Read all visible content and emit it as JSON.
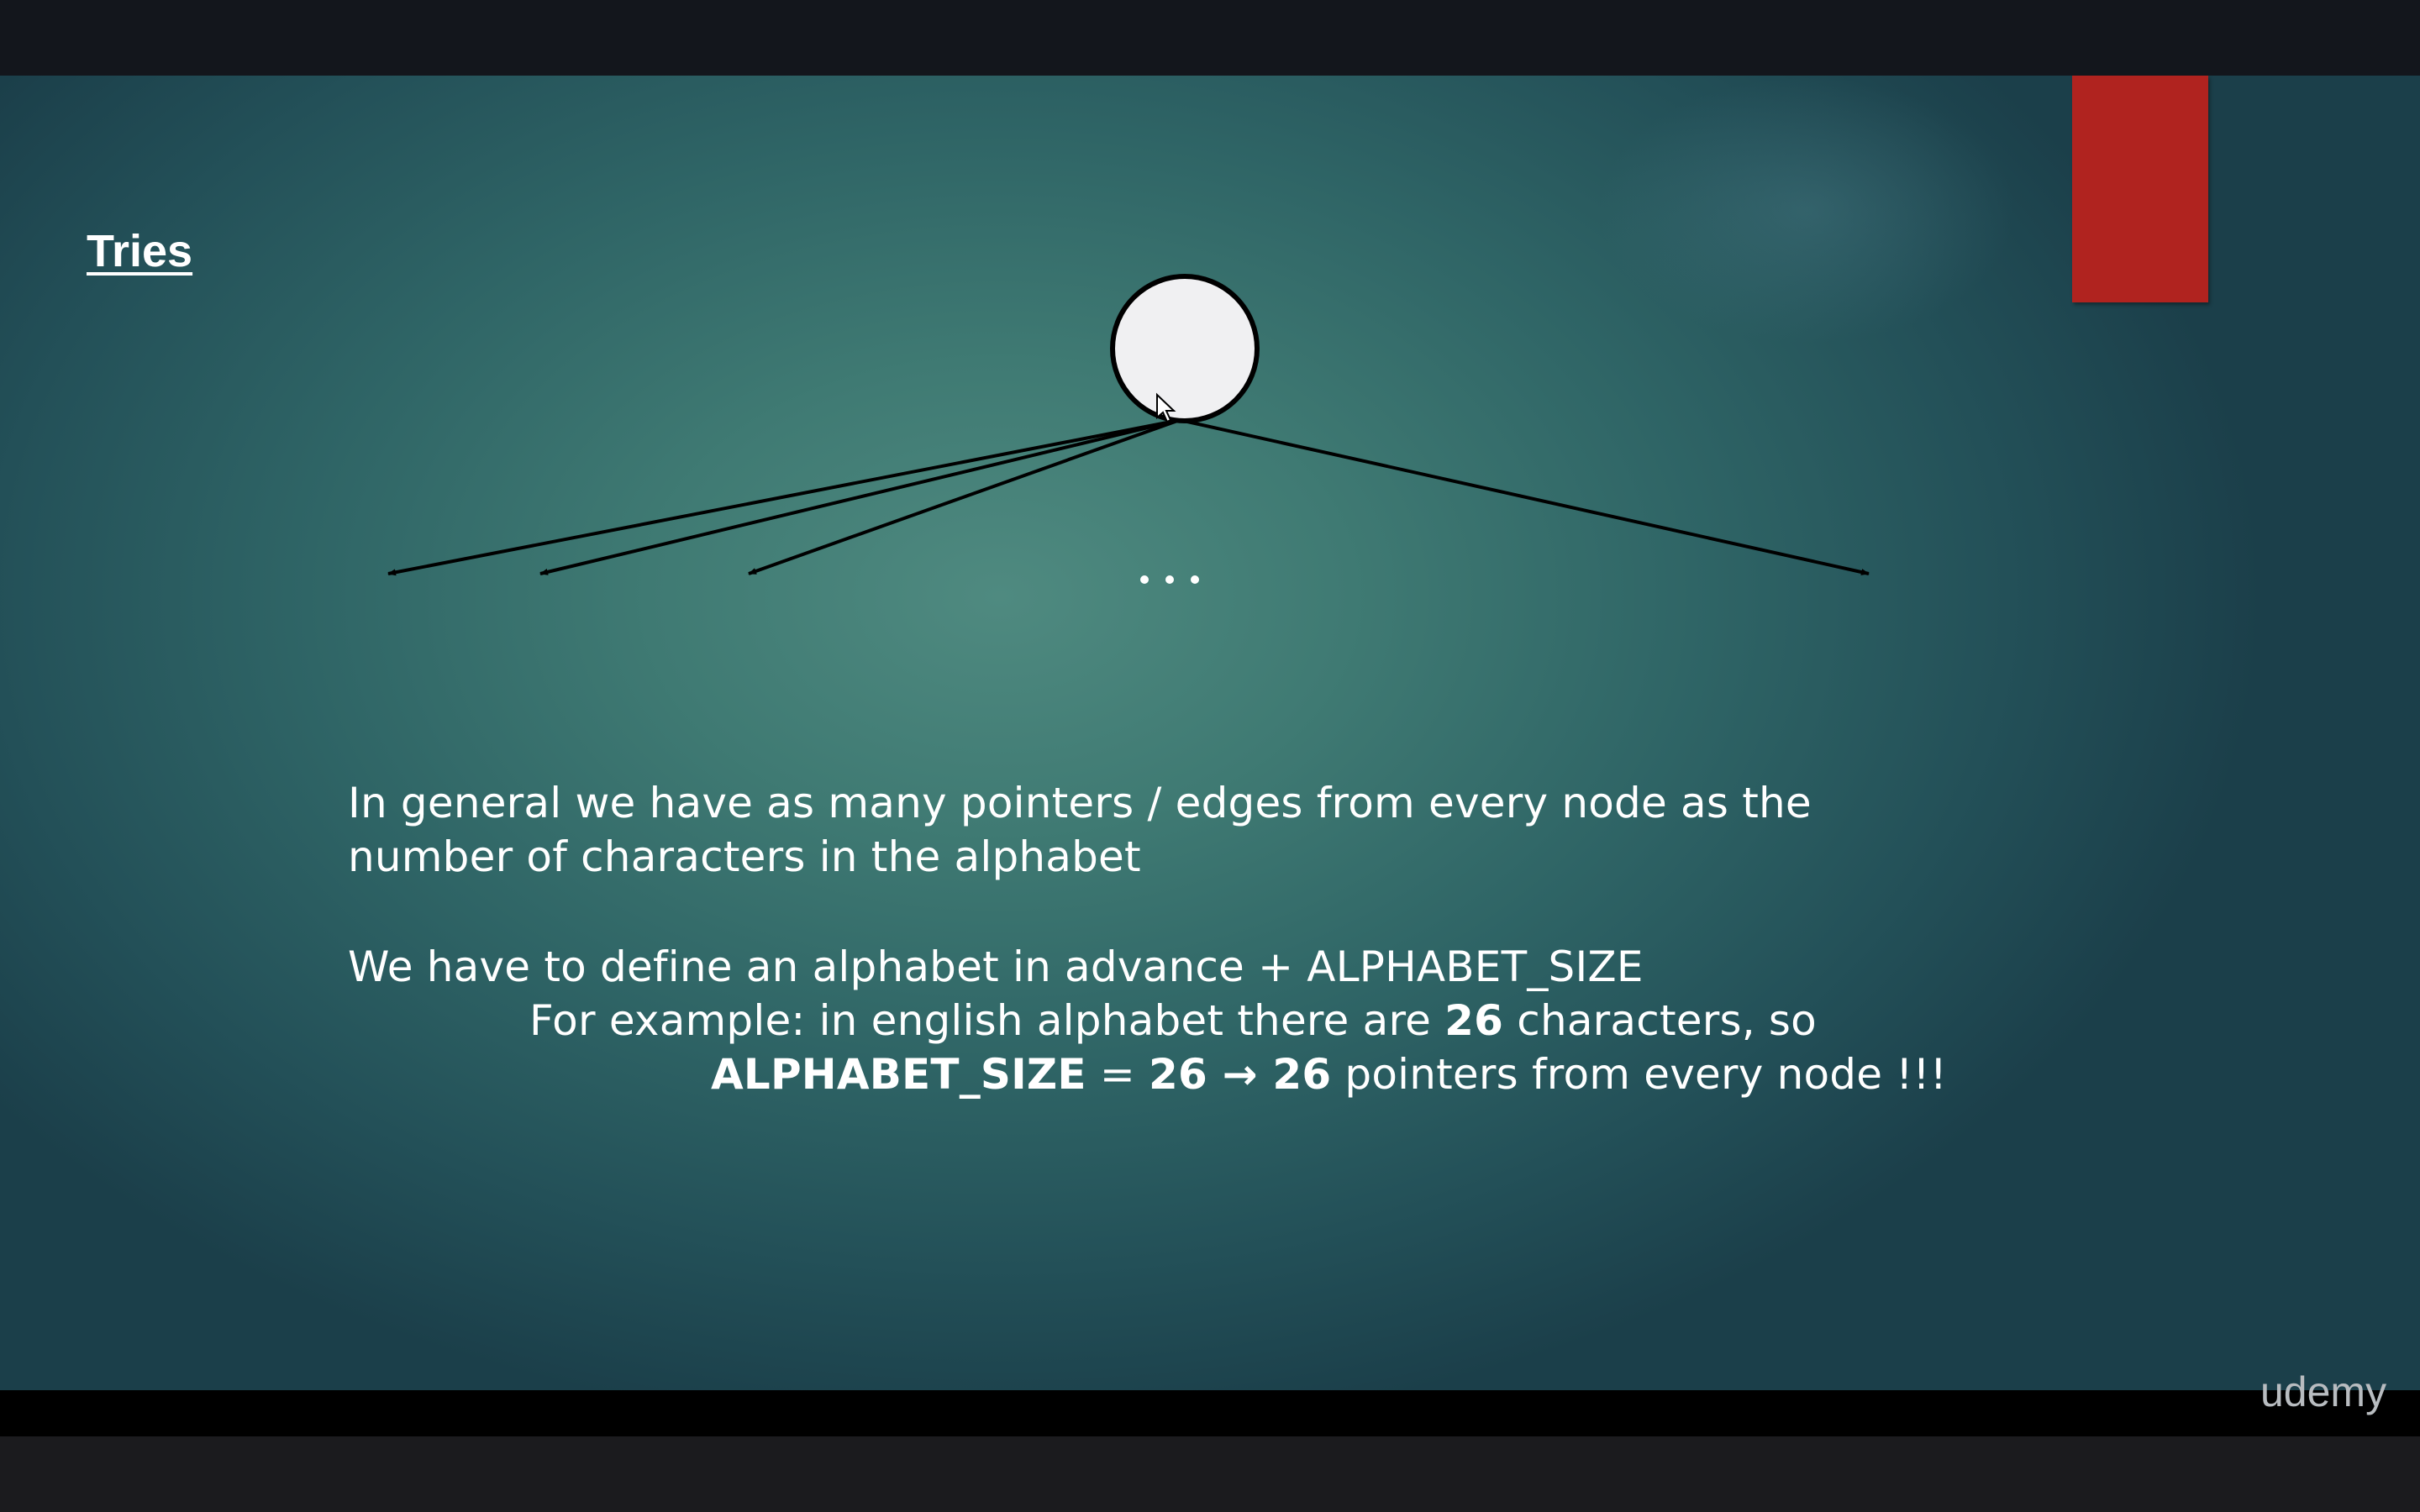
{
  "slide": {
    "title": "Tries",
    "ellipsis": "...",
    "paragraph1": {
      "line1": "In general we have as many pointers / edges from every node as the",
      "line2": "number of characters in the alphabet"
    },
    "paragraph2": {
      "line1": "We have to define an alphabet in advance + ALPHABET_SIZE",
      "line2_prefix": "For example: in english alphabet there are ",
      "line2_bold": "26",
      "line2_suffix": " characters, so",
      "line3_bold1": "ALPHABET_SIZE",
      "line3_eq": " = ",
      "line3_bold2": "26",
      "line3_arrow": " → ",
      "line3_bold3": "26",
      "line3_suffix": " pointers from every node !!!"
    }
  },
  "watermark": "udemy",
  "colors": {
    "accent_block": "#b0231f",
    "slide_center": "#4f8a80",
    "slide_edge": "#1b3f4a",
    "letterbox": "#12161c"
  },
  "icons": {
    "cursor": "mouse-pointer-icon"
  }
}
